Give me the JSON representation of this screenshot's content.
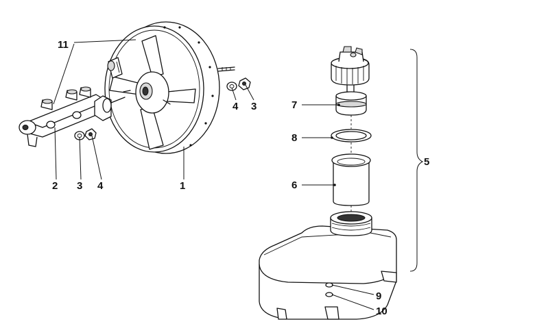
{
  "callouts": [
    {
      "id": "c11",
      "text": "11"
    },
    {
      "id": "c2",
      "text": "2"
    },
    {
      "id": "c3a",
      "text": "3"
    },
    {
      "id": "c4a",
      "text": "4"
    },
    {
      "id": "c1",
      "text": "1"
    },
    {
      "id": "c4b",
      "text": "4"
    },
    {
      "id": "c3b",
      "text": "3"
    },
    {
      "id": "c7",
      "text": "7"
    },
    {
      "id": "c8",
      "text": "8"
    },
    {
      "id": "c6",
      "text": "6"
    },
    {
      "id": "c5",
      "text": "5"
    },
    {
      "id": "c9",
      "text": "9"
    },
    {
      "id": "c10",
      "text": "10"
    }
  ]
}
